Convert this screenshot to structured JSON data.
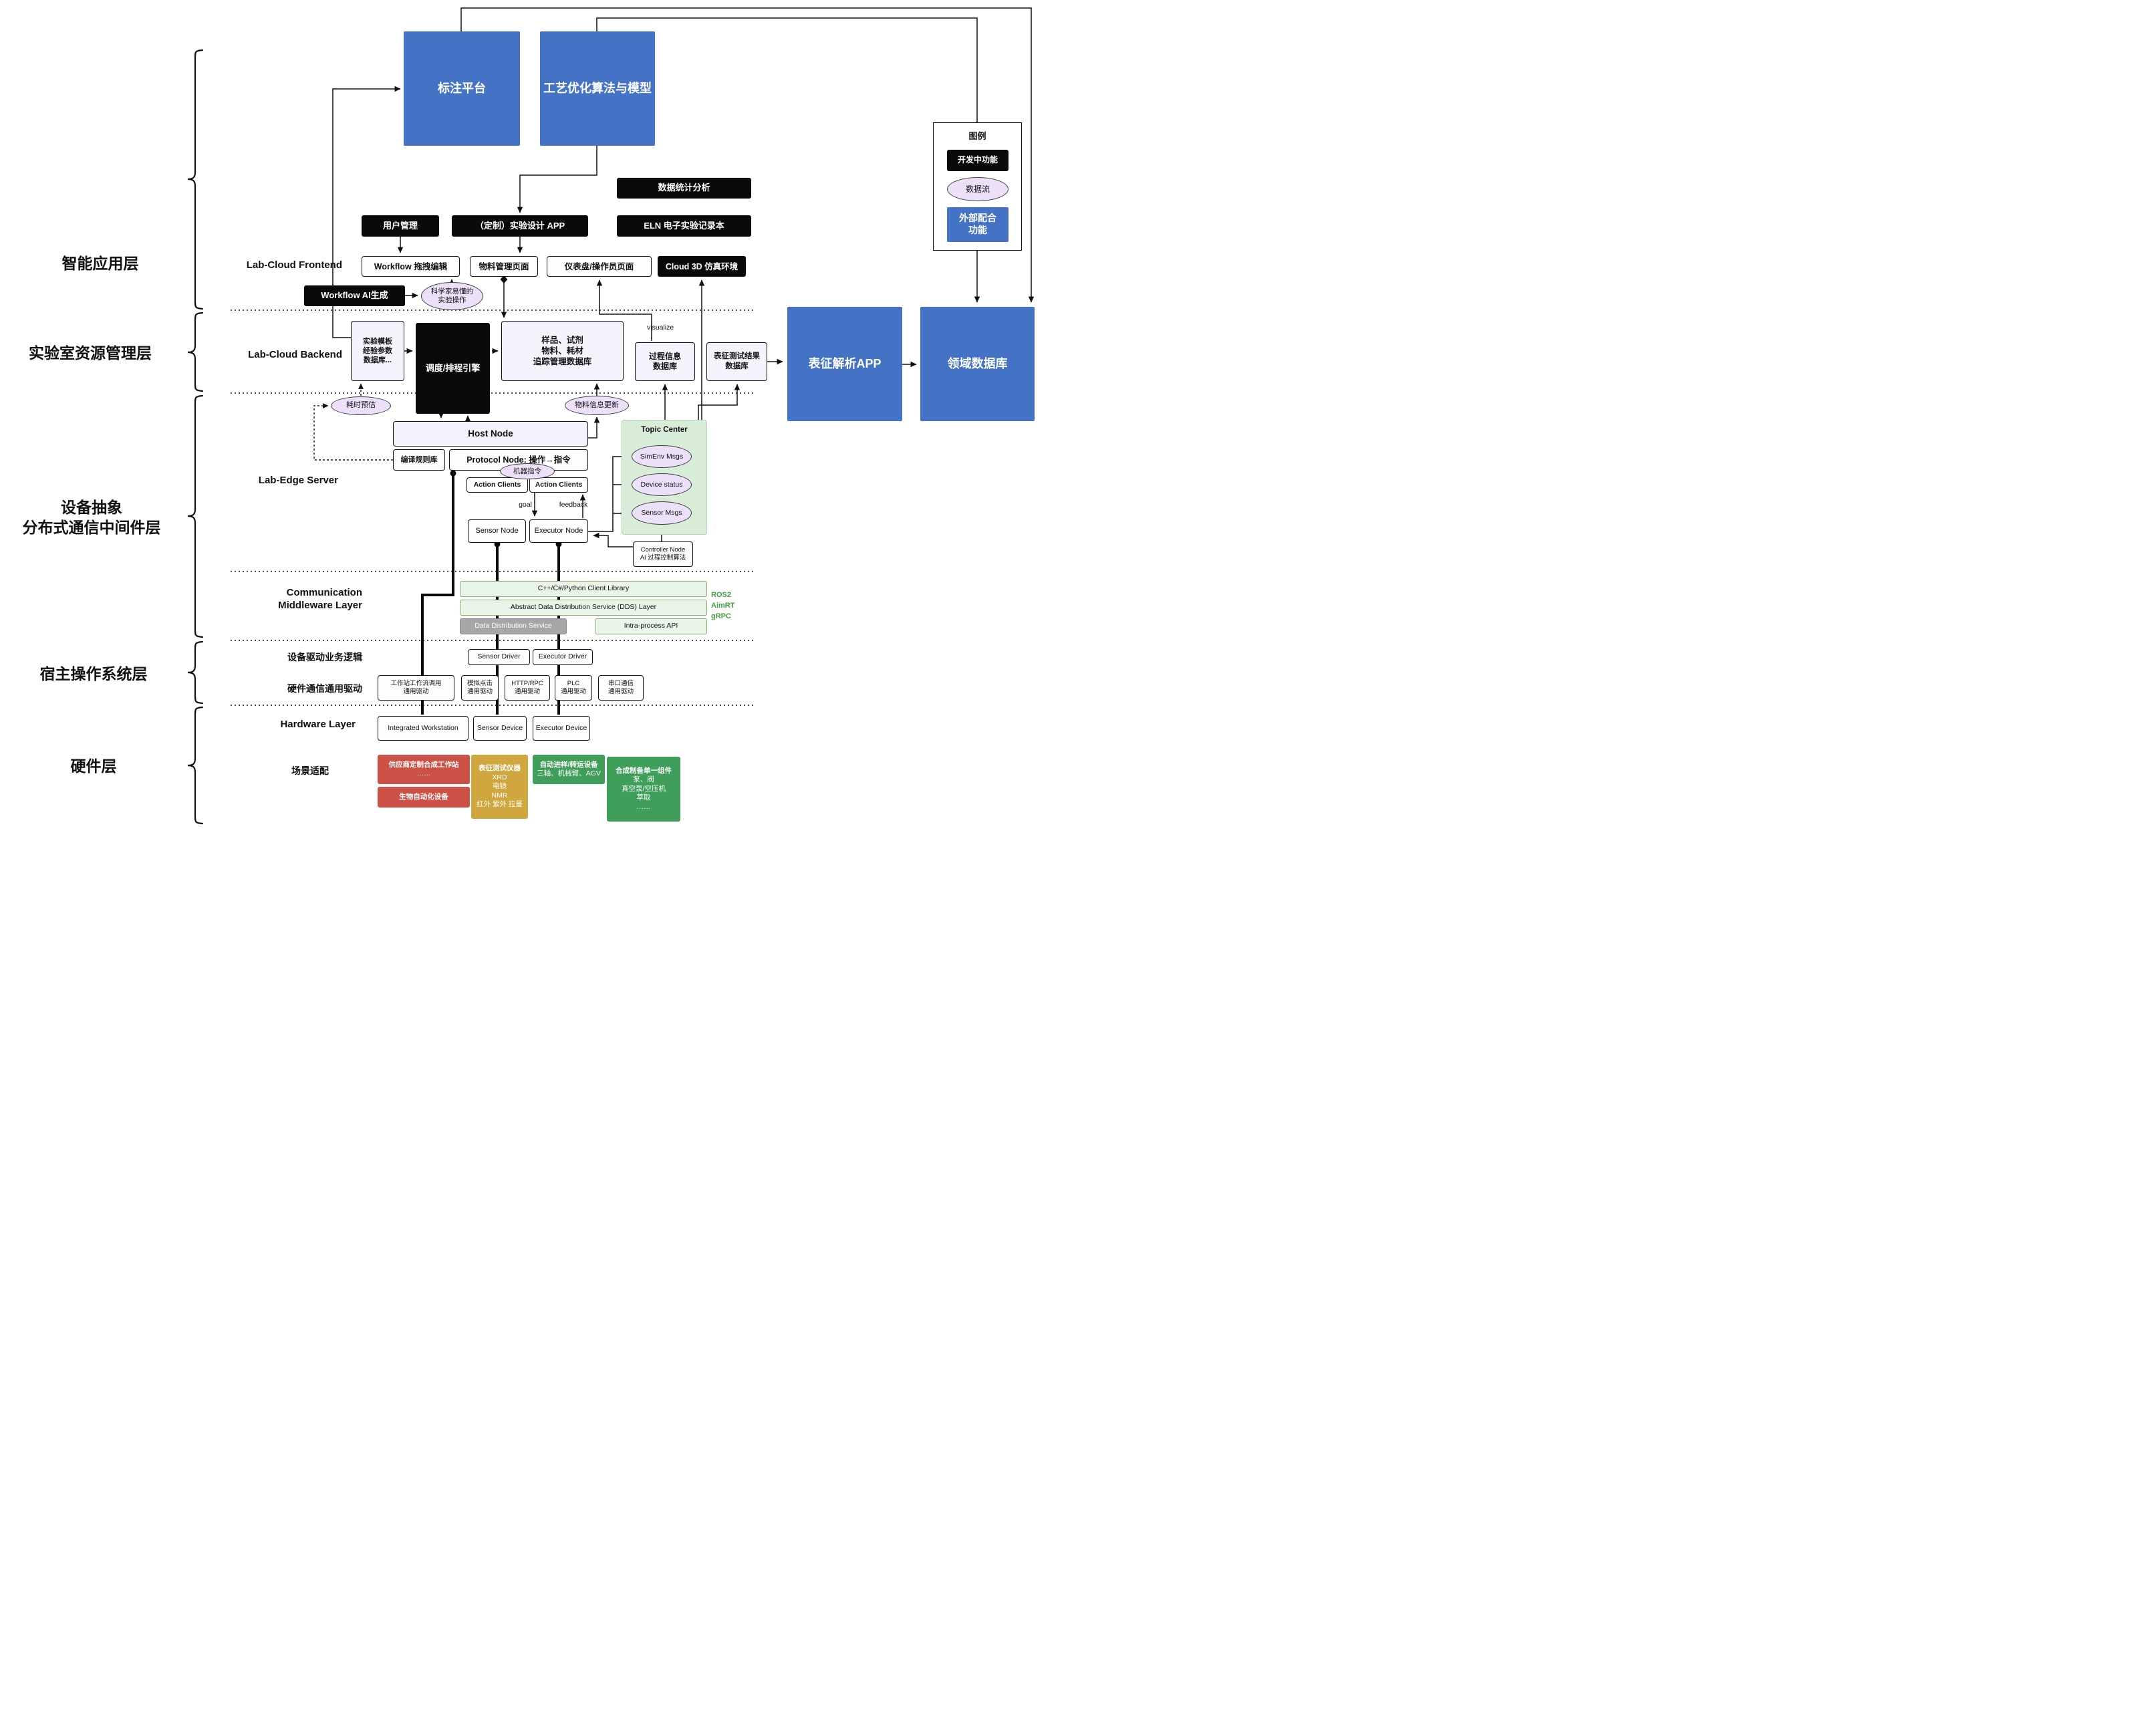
{
  "left_labels": {
    "app_layer": "智能应用层",
    "lab_resource_layer": "实验室资源管理层",
    "device_abstraction_line1": "设备抽象",
    "device_abstraction_line2": "分布式通信中间件层",
    "host_os_layer": "宿主操作系统层",
    "hardware_layer": "硬件层"
  },
  "top": {
    "annotation_platform": "标注平台",
    "process_optimization": "工艺优化算法与模型"
  },
  "legend": {
    "title": "图例",
    "developing": "开发中功能",
    "data_flow": "数据流",
    "external_line1": "外部配合",
    "external_line2": "功能"
  },
  "frontend": {
    "label": "Lab-Cloud Frontend",
    "data_statistics": "数据统计分析",
    "user_management": "用户管理",
    "experiment_design_app": "（定制）实验设计 APP",
    "eln": "ELN 电子实验记录本",
    "workflow_drag_edit": "Workflow 拖拽编辑",
    "material_mgmt_page": "物料管理页面",
    "dashboard_operator_page": "仪表盘/操作员页面",
    "cloud_3d_sim": "Cloud 3D 仿真环境",
    "workflow_ai_gen": "Workflow AI生成",
    "scientist_ops_line1": "科学家易懂的",
    "scientist_ops_line2": "实验操作"
  },
  "backend": {
    "label": "Lab-Cloud Backend",
    "template_db_line1": "实验模板",
    "template_db_line2": "经验参数",
    "template_db_line3": "数据库...",
    "scheduler_engine": "调度/排程引擎",
    "sample_db_line1": "样品、试剂",
    "sample_db_line2": "物料、耗材",
    "sample_db_line3": "追踪管理数据库",
    "process_info_db_line1": "过程信息",
    "process_info_db_line2": "数据库",
    "charact_result_db_line1": "表征测试结果",
    "charact_result_db_line2": "数据库",
    "visualize": "visualize",
    "charact_analysis_app": "表征解析APP",
    "domain_db": "领域数据库",
    "time_estimation": "耗时预估",
    "material_info_update": "物料信息更新"
  },
  "edge": {
    "label": "Lab-Edge Server",
    "host_node": "Host Node",
    "compile_rule_lib": "编译规则库",
    "protocol_node": "Protocol Node: 操作→指令",
    "machine_instruction": "机器指令",
    "action_clients_left": "Action Clients",
    "action_clients_right": "Action Clients",
    "goal": "goal",
    "feedback": "feedback",
    "sensor_node": "Sensor Node",
    "executor_node": "Executor Node",
    "topic_center": "Topic Center",
    "simenv_msgs": "SimEnv Msgs",
    "device_status": "Device status",
    "sensor_msgs": "Sensor Msgs",
    "controller_node_line1": "Controller Node",
    "controller_node_line2": "AI 过程控制算法"
  },
  "middleware": {
    "label_line1": "Communication",
    "label_line2": "Middleware Layer",
    "client_library": "C++/C#/Python Client Library",
    "dds_abstract_layer": "Abstract Data Distribution Service (DDS) Layer",
    "dds_service": "Data Distribution Service",
    "intra_process_api": "Intra-process API",
    "ros2": "ROS2",
    "aimrt": "AimRT",
    "grpc": "gRPC"
  },
  "host_os": {
    "device_driver_logic": "设备驱动业务逻辑",
    "sensor_driver": "Sensor Driver",
    "executor_driver": "Executor Driver",
    "hw_comm_driver": "硬件通信通用驱动",
    "drivers": [
      {
        "line1": "工作站工作流调用",
        "line2": "通用驱动"
      },
      {
        "line1": "模拟点击",
        "line2": "通用驱动"
      },
      {
        "line1": "HTTP/RPC",
        "line2": "通用驱动"
      },
      {
        "line1": "PLC",
        "line2": "通用驱动"
      },
      {
        "line1": "串口通信",
        "line2": "通用驱动"
      }
    ]
  },
  "hardware": {
    "label": "Hardware Layer",
    "integrated_workstation": "Integrated Workstation",
    "sensor_device": "Sensor Device",
    "executor_device": "Executor Device",
    "scene_adaptation": "场景适配",
    "vendor_workstation_line1": "供应商定制合成工作站",
    "vendor_workstation_line2": "……",
    "bio_automation": "生物自动化设备",
    "charact_instruments_title": "表征测试仪器",
    "charact_instruments": [
      "XRD",
      "电镜",
      "NMR",
      "红外 紫外 拉曼"
    ],
    "transfer_title": "自动进样/转运设备",
    "transfer_sub": "三轴、机械臂、AGV",
    "synthesis_title": "合成制备单一组件",
    "synthesis_items": [
      "泵、阀",
      "真空泵/空压机",
      "萃取",
      "……"
    ]
  },
  "colors": {
    "blue": "#4472c4",
    "black": "#0a0a0a",
    "purple_fill": "#ece1f9",
    "topic_green": "#d8ecd8",
    "middleware_green_fill": "#e9f5e9",
    "middleware_green_border": "#82b366",
    "gray_fill": "#a6a6a6",
    "red": "#cc5247",
    "tan": "#d0a63f",
    "green": "#3f9e5a",
    "ros_text_green": "#3ca23c"
  }
}
